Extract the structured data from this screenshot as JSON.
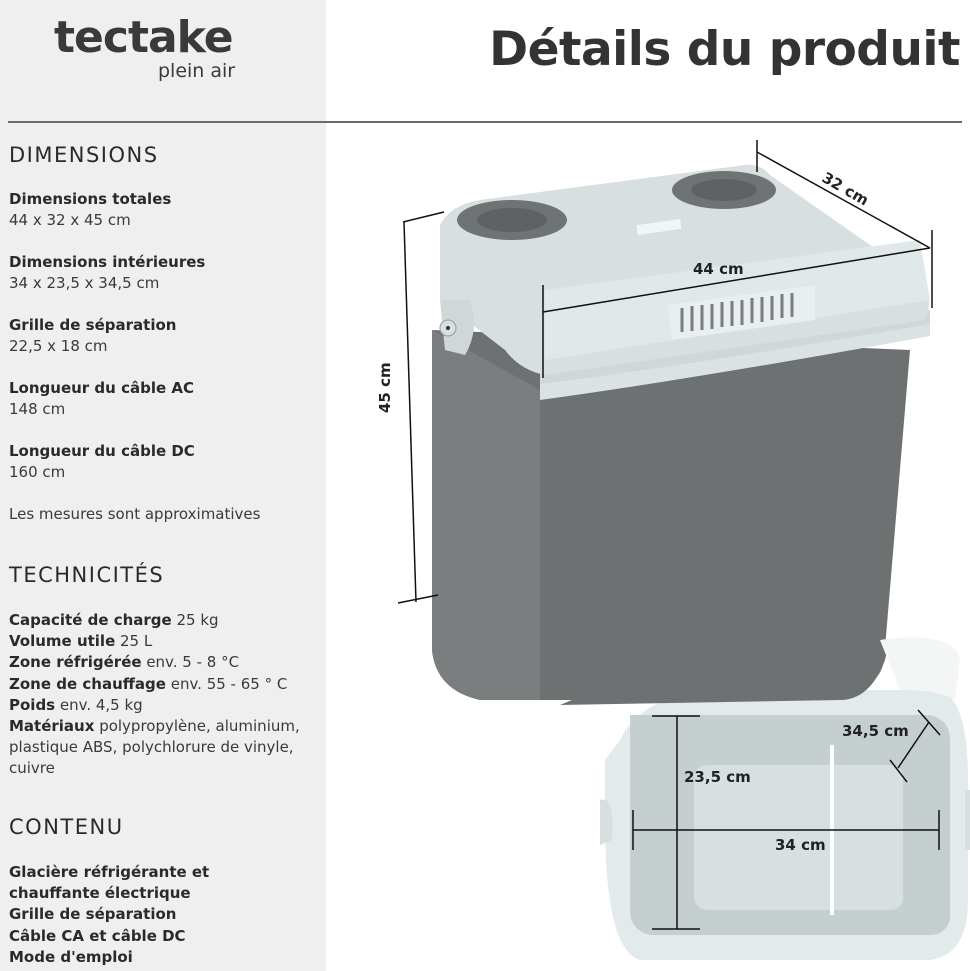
{
  "brand": {
    "name": "tectake",
    "tagline": "plein air"
  },
  "header": {
    "title": "Détails du produit"
  },
  "sections": {
    "dimensions": {
      "title": "DIMENSIONS",
      "items": [
        {
          "label": "Dimensions totales",
          "value": "44 x 32 x 45 cm"
        },
        {
          "label": "Dimensions intérieures",
          "value": "34 x 23,5 x 34,5 cm"
        },
        {
          "label": "Grille de séparation",
          "value": "22,5 x 18 cm"
        },
        {
          "label": "Longueur du câble AC",
          "value": "148 cm"
        },
        {
          "label": "Longueur du câble DC",
          "value": "160 cm"
        }
      ],
      "note": "Les mesures sont approximatives"
    },
    "technical": {
      "title": "TECHNICITÉS",
      "items": [
        {
          "label": "Capacité de charge",
          "value": " 25 kg"
        },
        {
          "label": "Volume utile",
          "value": " 25 L"
        },
        {
          "label": "Zone réfrigérée",
          "value": " env. 5 - 8 °C"
        },
        {
          "label": "Zone de chauffage",
          "value": " env. 55 - 65 ° C"
        },
        {
          "label": "Poids",
          "value": " env. 4,5 kg"
        },
        {
          "label": "Matériaux",
          "value": " polypropylène, aluminium, plastique ABS, polychlorure de vinyle, cuivre"
        }
      ]
    },
    "contents": {
      "title": "CONTENU",
      "items": [
        "Glacière réfrigérante et chauffante électrique",
        "Grille de séparation",
        "Câble CA et câble DC",
        "Mode d'emploi"
      ]
    }
  },
  "illustration": {
    "labels": {
      "width": "44 cm",
      "depth": "32 cm",
      "height": "45 cm",
      "inner_depth": "34,5 cm",
      "inner_height": "23,5 cm",
      "inner_width": "34 cm"
    },
    "colors": {
      "body": "#6e7172",
      "lid": "#d7dfe0",
      "vent": "#707374",
      "interior": "#c6cfd0",
      "sidebar_bg": "#efefef",
      "rule": "#6b6b6b"
    }
  }
}
